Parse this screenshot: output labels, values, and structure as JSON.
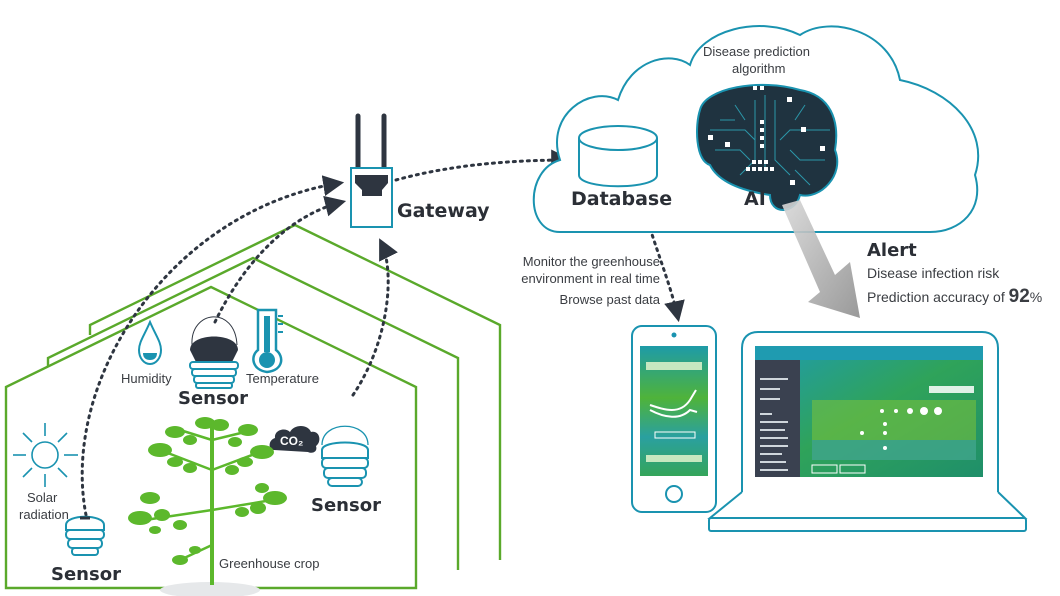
{
  "labels": {
    "gateway": "Gateway",
    "database": "Database",
    "ai": "AI",
    "algorithm_line1": "Disease prediction",
    "algorithm_line2": "algorithm",
    "monitor_line1": "Monitor the greenhouse",
    "monitor_line2": "environment in real time",
    "browse": "Browse past data",
    "alert_title": "Alert",
    "alert_line1": "Disease infection risk",
    "alert_prefix": "Prediction accuracy of",
    "alert_value": "92",
    "alert_unit": "%",
    "humidity": "Humidity",
    "temperature": "Temperature",
    "sensor_top": "Sensor",
    "sensor_right": "Sensor",
    "sensor_left": "Sensor",
    "solar_line1": "Solar",
    "solar_line2": "radiation",
    "co2": "CO₂",
    "crop": "Greenhouse crop"
  },
  "colors": {
    "teal": "#1a93b0",
    "green": "#5aa92b",
    "dark": "#2e3540",
    "plant": "#5cb82c"
  }
}
